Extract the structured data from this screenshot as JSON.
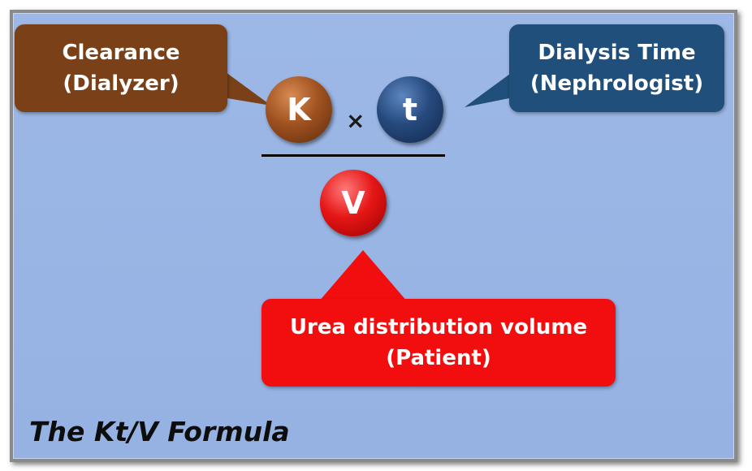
{
  "formula": {
    "numerator_left": "K",
    "operator": "×",
    "numerator_right": "t",
    "denominator": "V"
  },
  "callouts": {
    "clearance": {
      "line1": "Clearance",
      "line2": "(Dialyzer)",
      "color": "#7a4118"
    },
    "time": {
      "line1": "Dialysis Time",
      "line2": "(Nephrologist)",
      "color": "#1f4f7a"
    },
    "volume": {
      "line1": "Urea distribution volume",
      "line2": "(Patient)",
      "color": "#f20e0e"
    }
  },
  "title": "The Kt/V Formula",
  "colors": {
    "background": "#9db8e6",
    "k_circle": "#a05220",
    "t_circle": "#264a7e",
    "v_circle": "#e51616"
  }
}
